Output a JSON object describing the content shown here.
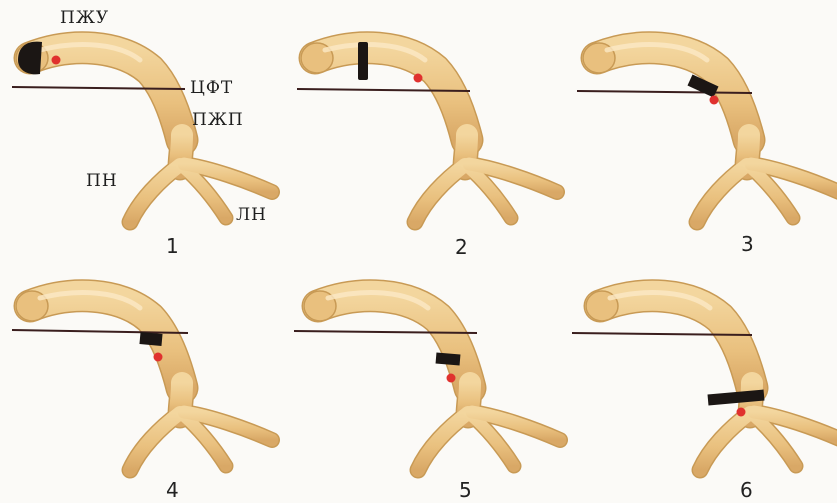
{
  "labels": {
    "pzhu": "ПЖУ",
    "cft": "ЦФТ",
    "pzhp": "ПЖП",
    "pn": "ПН",
    "ln": "ЛН"
  },
  "panels": [
    {
      "number": "1",
      "band_site": "apex"
    },
    {
      "number": "2",
      "band_site": "mid-bulb"
    },
    {
      "number": "3",
      "band_site": "at-line"
    },
    {
      "number": "4",
      "band_site": "below-line"
    },
    {
      "number": "5",
      "band_site": "mid-stem"
    },
    {
      "number": "6",
      "band_site": "bifurcation"
    }
  ],
  "colors": {
    "vessel": "#e9c07e",
    "vessel_edge": "#c89a55",
    "band": "#1b1614",
    "dot": "#e0312e",
    "line": "#3a1e1e"
  }
}
